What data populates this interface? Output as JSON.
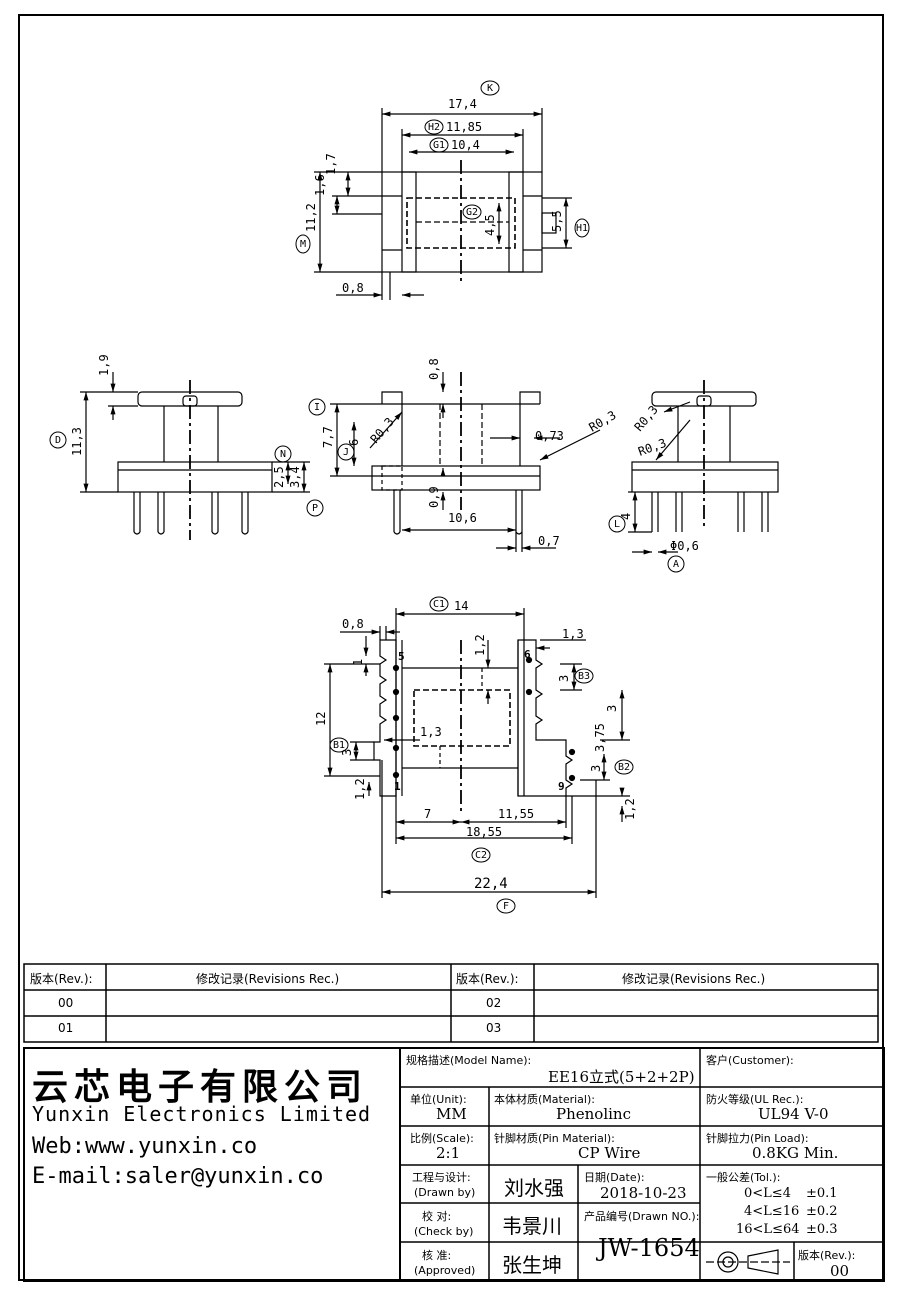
{
  "drawing": {
    "top_view": {
      "dims": [
        "17,4",
        "11,85",
        "10,4",
        "1,7",
        "1,6",
        "11,2",
        "4,5",
        "5,5",
        "0,8"
      ],
      "tags": [
        "K",
        "H2",
        "G1",
        "G2",
        "M",
        "H1"
      ]
    },
    "front_view": {
      "dims": [
        "1,9",
        "11,3",
        "2,5",
        "3,4"
      ],
      "tags": [
        "D",
        "N",
        "P"
      ]
    },
    "side_view": {
      "dims": [
        "0,8",
        "7,7",
        "6",
        "R0,3",
        "0,73",
        "R0,3",
        "0,9",
        "10,6",
        "0,7"
      ],
      "tags": [
        "I",
        "J"
      ]
    },
    "right_view": {
      "dims": [
        "R0,3",
        "R0,3",
        "4",
        "Φ0,6"
      ],
      "tags": [
        "L",
        "A"
      ]
    },
    "bottom_view": {
      "dims": [
        "14",
        "0,8",
        "1",
        "1,2",
        "1,3",
        "3",
        "12",
        "1,3",
        "3",
        "1,2",
        "3",
        "3,75",
        "3",
        "1,2",
        "7",
        "11,55",
        "18,55",
        "22,4"
      ],
      "tags": [
        "C1",
        "B3",
        "B1",
        "B2",
        "C2",
        "F"
      ],
      "pins": [
        "5",
        "6",
        "1",
        "9"
      ]
    }
  },
  "revisions": {
    "header_rev": "版本(Rev.):",
    "header_rec": "修改记录(Revisions Rec.)",
    "rows": [
      {
        "left_rev": "00",
        "right_rev": "02"
      },
      {
        "left_rev": "01",
        "right_rev": "03"
      }
    ]
  },
  "company": {
    "name_cn": "云芯电子有限公司",
    "name_en": "Yunxin Electronics Limited",
    "web": "Web:www.yunxin.co",
    "email": "E-mail:saler@yunxin.co"
  },
  "info": {
    "model_label": "规格描述(Model Name):",
    "model_value": "EE16立式(5+2+2P)",
    "customer_label": "客户(Customer):",
    "customer_value": "",
    "unit_label": "单位(Unit):",
    "unit_value": "MM",
    "material_label": "本体材质(Material):",
    "material_value": "Phenolinc",
    "ul_label": "防火等级(UL Rec.):",
    "ul_value": "UL94 V-0",
    "scale_label": "比例(Scale):",
    "scale_value": "2:1",
    "pin_material_label": "针脚材质(Pin Material):",
    "pin_material_value": "CP Wire",
    "pin_load_label": "针脚拉力(Pin Load):",
    "pin_load_value": "0.8KG Min.",
    "drawn_label_cn": "工程与设计:",
    "drawn_label_en": "(Drawn by)",
    "drawn_value": "刘水强",
    "date_label": "日期(Date):",
    "date_value": "2018-10-23",
    "tol_label": "一般公差(Tol.):",
    "tol_rows": [
      {
        "range": "0<L≤4",
        "value": "±0.1"
      },
      {
        "range": "4<L≤16",
        "value": "±0.2"
      },
      {
        "range": "16<L≤64",
        "value": "±0.3"
      }
    ],
    "check_label_cn": "校 对:",
    "check_label_en": "(Check by)",
    "check_value": "韦景川",
    "drawn_no_label": "产品编号(Drawn NO.):",
    "drawn_no_value": "JW-1654",
    "approved_label_cn": "核 准:",
    "approved_label_en": "(Approved)",
    "approved_value": "张生坤",
    "rev_label": "版本(Rev.):",
    "rev_value": "00"
  }
}
